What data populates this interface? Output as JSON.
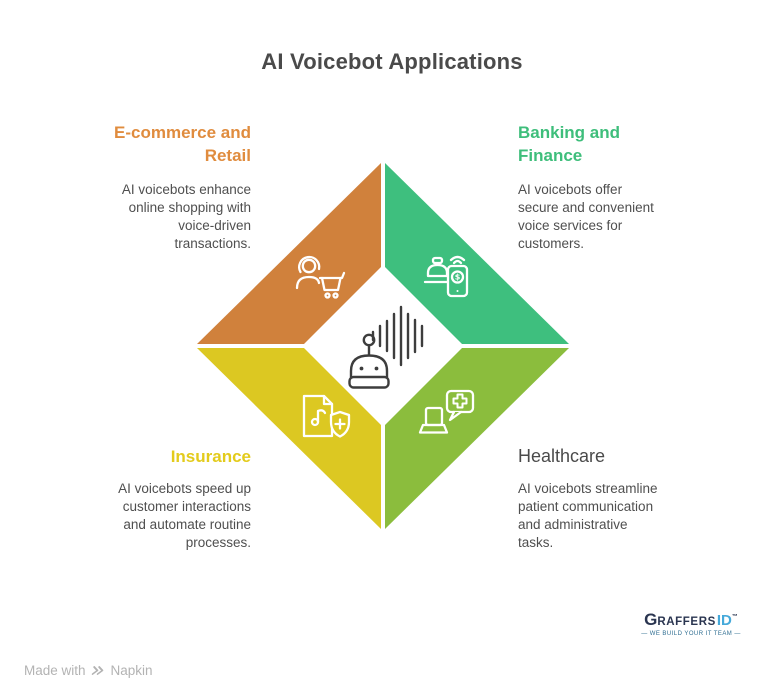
{
  "title": "AI Voicebot Applications",
  "colors": {
    "quadrant_orange": "#d0813c",
    "quadrant_green": "#3ebf7e",
    "quadrant_yellow": "#dcc822",
    "quadrant_lime": "#8bbd3d",
    "heading_orange": "#e08c3e",
    "heading_green": "#3ebe7b",
    "heading_yellow": "#e3cb1c",
    "heading_gray": "#4a4a4a",
    "icon_stroke": "#ffffff",
    "center_icon_stroke": "#3d3d3d",
    "logo_navy": "#2a3550",
    "logo_blue": "#45a9da",
    "attribution_gray": "#b3b3b3"
  },
  "quadrants": {
    "ecommerce": {
      "heading": "E-commerce and\nRetail",
      "body": "AI voicebots enhance\nonline shopping with\nvoice-driven\ntransactions.",
      "icon": "support-agent-with-cart"
    },
    "banking": {
      "heading": "Banking and\nFinance",
      "body": "AI voicebots offer\nsecure and convenient\nvoice services for\ncustomers.",
      "icon": "service-bell-and-payment-phone",
      "dollar_symbol": "$"
    },
    "insurance": {
      "heading": "Insurance",
      "body": "AI voicebots speed up\ncustomer interactions\nand automate routine\nprocesses.",
      "icon": "policy-document-with-shield"
    },
    "healthcare": {
      "heading": "Healthcare",
      "body": "AI voicebots streamline\npatient communication\nand administrative\ntasks.",
      "icon": "laptop-with-medical-chat"
    }
  },
  "center": {
    "icon": "voicebot-robot-with-sound-waves"
  },
  "logo": {
    "g": "G",
    "rest": "RAFFERS",
    "accent": "ID",
    "mark": "™",
    "tagline": "—  WE BUILD YOUR IT TEAM  —"
  },
  "attribution": {
    "made_with": "Made with",
    "brand": "Napkin"
  }
}
